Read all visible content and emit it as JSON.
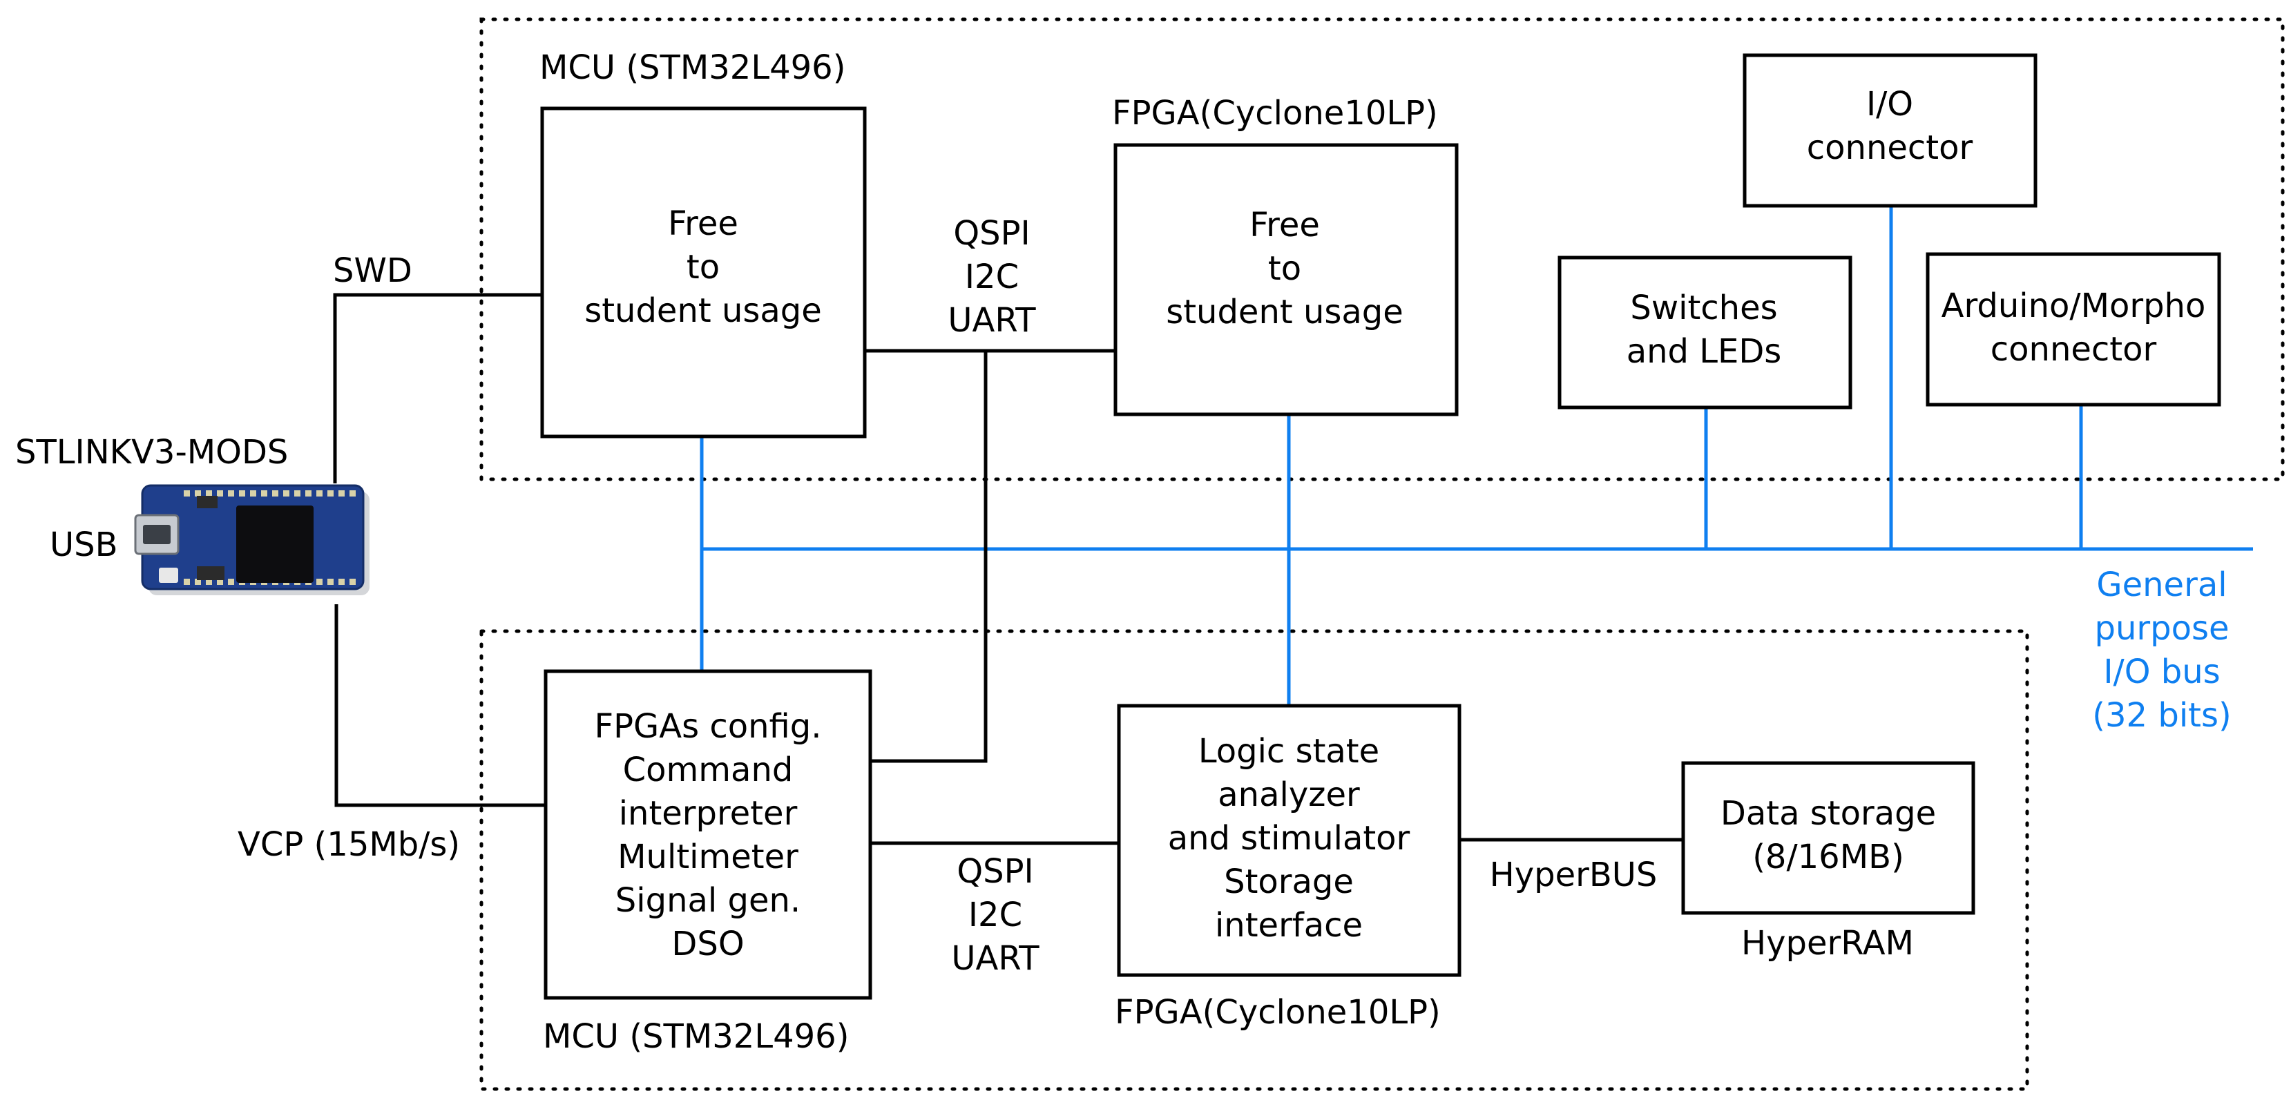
{
  "colors": {
    "bus": "#0f7ff0",
    "line": "#000000",
    "board": "#1f3f8c"
  },
  "debugger": {
    "name": "STLINKV3-MODS",
    "usb_label": "USB",
    "swd_label": "SWD",
    "vcp_label": "VCP (15Mb/s)",
    "icon": "stlinkv3-mods-board-photo"
  },
  "top_section": {
    "mcu": {
      "caption": "MCU (STM32L496)",
      "lines": [
        "Free",
        "to",
        "student usage"
      ]
    },
    "fpga": {
      "caption": "FPGA(Cyclone10LP)",
      "lines": [
        "Free",
        "to",
        "student usage"
      ]
    },
    "link_lines": [
      "QSPI",
      "I2C",
      "UART"
    ],
    "switches": {
      "lines": [
        "Switches",
        "and LEDs"
      ]
    },
    "io_connector": {
      "lines": [
        "I/O",
        "connector"
      ]
    },
    "arduino": {
      "lines": [
        "Arduino/Morpho",
        "connector"
      ]
    }
  },
  "bottom_section": {
    "mcu": {
      "caption": "MCU (STM32L496)",
      "lines": [
        "FPGAs config.",
        "Command",
        "interpreter",
        "Multimeter",
        "Signal gen.",
        "DSO"
      ]
    },
    "fpga": {
      "caption": "FPGA(Cyclone10LP)",
      "lines": [
        "Logic state",
        "analyzer",
        "and stimulator",
        "Storage",
        "interface"
      ]
    },
    "link_lines": [
      "QSPI",
      "I2C",
      "UART"
    ],
    "hyperbus_label": "HyperBUS",
    "storage": {
      "caption": "HyperRAM",
      "lines": [
        "Data storage",
        "(8/16MB)"
      ]
    }
  },
  "bus": {
    "lines": [
      "General",
      "purpose",
      "I/O bus",
      "(32 bits)"
    ]
  }
}
